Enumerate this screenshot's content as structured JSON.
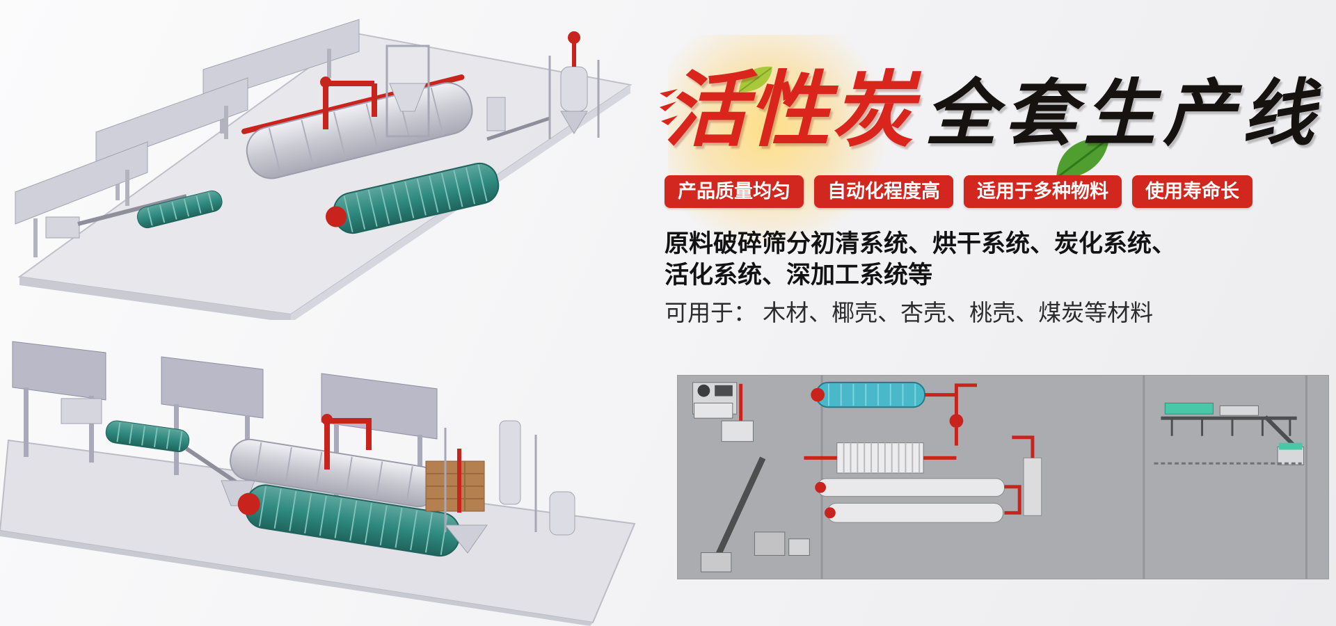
{
  "banner": {
    "title": {
      "highlight": "活性炭",
      "rest": "全套生产线"
    },
    "badges": [
      "产品质量均匀",
      "自动化程度高",
      "适用于多种物料",
      "使用寿命长"
    ],
    "description_line1": "原料破碎筛分初清系统、烘干系统、炭化系统、",
    "description_line2": "活化系统、深加工系统等",
    "materials_line": "可用于： 木材、椰壳、杏壳、桃壳、煤炭等材料"
  },
  "colors": {
    "accent_red": "#d2271f",
    "title_red": "#d9251c",
    "title_black": "#151210",
    "pipe_red": "#c8231c",
    "machine_teal": "#2f8a80",
    "diagram_bg": "#aaacaf",
    "text_dark": "#1a1a1a"
  }
}
